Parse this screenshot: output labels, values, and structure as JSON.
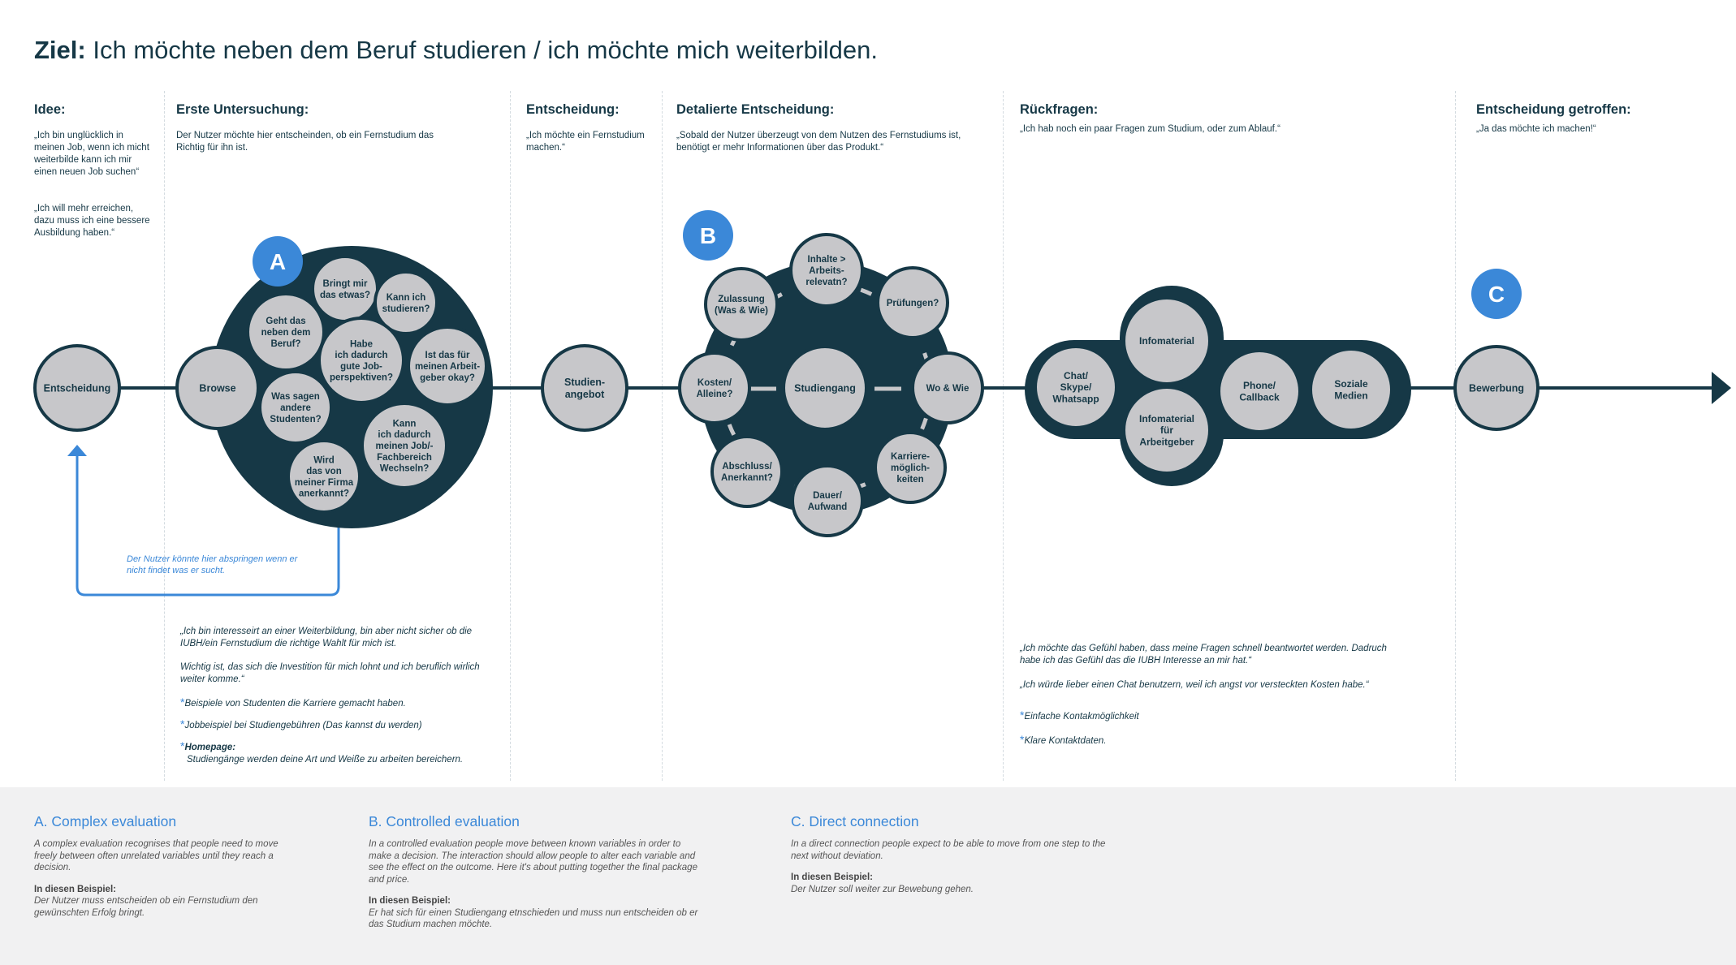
{
  "title": {
    "bold": "Ziel:",
    "rest": " Ich möchte neben dem Beruf studieren / ich möchte mich weiterbilden."
  },
  "columns": {
    "idee": {
      "heading": "Idee:",
      "quote1": "„Ich bin unglücklich in meinen Job, wenn ich micht weiterbilde kann ich mir einen neuen Job suchen“",
      "quote2": "„Ich will mehr erreichen, dazu muss ich eine bessere Ausbildung haben.“"
    },
    "erste": {
      "heading": "Erste Untersuchung:",
      "desc": "Der Nutzer möchte hier entscheinden, ob ein Fernstudium das Richtig für ihn ist."
    },
    "entscheidung": {
      "heading": "Entscheidung:",
      "quote": "„Ich möchte ein Fernstudium machen.“"
    },
    "detail": {
      "heading": "Detalierte Entscheidung:",
      "quote": "„Sobald der Nutzer überzeugt von dem Nutzen des Fernstudiums ist, benötigt er mehr Informationen über das Produkt.“"
    },
    "rueck": {
      "heading": "Rückfragen:",
      "quote": "„Ich hab noch ein paar Fragen zum Studium, oder zum Ablauf.“"
    },
    "getroffen": {
      "heading": "Entscheidung getroffen:",
      "quote": "„Ja das möchte ich machen!“"
    }
  },
  "nodes": {
    "entscheidung": "Entscheidung",
    "browse": "Browse",
    "studienangebot": "Studien-|angebot",
    "studiengang": "Studiengang",
    "bewerbung": "Bewerbung"
  },
  "cluster_a": {
    "badge": "A",
    "items": [
      "Bringt mir|das etwas?",
      "Kann ich|studieren?",
      "Geht das|neben dem|Beruf?",
      "Habe|ich dadurch|gute Job-|perspektiven?",
      "Ist das für|meinen Arbeit-|geber okay?",
      "Was sagen|andere|Studenten?",
      "Kann|ich dadurch|meinen Job/-|Fachbereich|Wechseln?",
      "Wird|das von|meiner Firma|anerkannt?"
    ]
  },
  "cluster_b": {
    "badge": "B",
    "items": [
      "Inhalte >|Arbeits-|relevatn?",
      "Prüfungen?",
      "Wo & Wie",
      "Karriere-|möglich-|keiten",
      "Dauer/|Aufwand",
      "Abschluss/|Anerkannt?",
      "Kosten/|Alleine?",
      "Zulassung|(Was & Wie)"
    ]
  },
  "cluster_c_group": {
    "items": [
      "Infomaterial",
      "Chat/|Skype/|Whatsapp",
      "Infomaterial|für|Arbeitgeber",
      "Phone/|Callback",
      "Soziale|Medien"
    ]
  },
  "badge_c": "C",
  "loop_note": "Der Nutzer könnte hier abspringen wenn er nicht findet was er sucht.",
  "notes_left": {
    "q1": "„Ich bin interesseirt an einer Weiterbildung, bin aber nicht sicher ob die IUBH/ein Fernstudium die richtige Wahlt für mich ist.",
    "q2": "Wichtig ist, das sich die Investition für mich lohnt und ich beruflich wirlich weiter komme.“",
    "b1": "Beispiele von Studenten die Karriere gemacht haben.",
    "b2": "Jobbeispiel bei Studiengebühren (Das kannst du werden)",
    "b3_title": "Homepage:",
    "b3_text": "Studiengänge werden deine Art und Weiße zu arbeiten bereichern."
  },
  "notes_right": {
    "q1": "„Ich möchte das Gefühl haben, dass meine Fragen schnell beantwortet werden. Dadruch habe ich das Gefühl das die IUBH Interesse an mir hat.“",
    "q2": "„Ich würde lieber einen Chat benutzern, weil ich angst vor versteckten Kosten habe.“",
    "b1": "Einfache Kontakmöglichkeit",
    "b2": "Klare Kontaktdaten."
  },
  "footer": {
    "a": {
      "title": "A. Complex evaluation",
      "desc": "A complex evaluation recognises that people need to move freely between often unrelated variables until they reach a decision.",
      "sub": "In diesen Beispiel:",
      "ex": "Der Nutzer muss entscheiden ob ein Fernstudium den gewünschten Erfolg bringt."
    },
    "b": {
      "title": "B. Controlled evaluation",
      "desc": "In a controlled evaluation people move between known variables in order to make a decision. The interaction should allow people to alter each variable and see the effect on the outcome. Here it's about putting together the final package and price.",
      "sub": "In diesen Beispiel:",
      "ex": "Er hat sich für einen Studiengang etnschieden und muss nun entscheiden ob er das Studium machen möchte."
    },
    "c": {
      "title": "C. Direct connection",
      "desc": "In a direct connection people expect to be able to move from one step to the next without deviation.",
      "sub": "In diesen Beispiel:",
      "ex": "Der Nutzer soll weiter zur Bewebung gehen."
    }
  },
  "colors": {
    "dark": "#163846",
    "node": "#c7c7ca",
    "accent": "#3b88d8",
    "footer_bg": "#f1f1f2"
  }
}
